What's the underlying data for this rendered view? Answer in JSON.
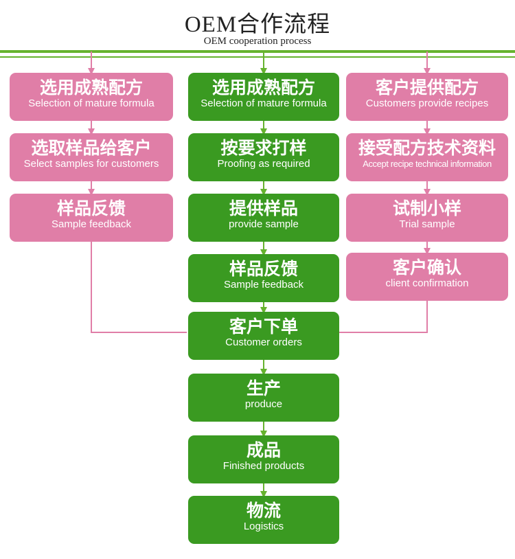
{
  "header": {
    "title": "OEM合作流程",
    "subtitle": "OEM cooperation process"
  },
  "colors": {
    "pink": "#e07ea7",
    "green": "#3a9a21",
    "rule": "#66b32e"
  },
  "left_column": [
    {
      "cn": "选用成熟配方",
      "en": "Selection of mature formula"
    },
    {
      "cn": "选取样品给客户",
      "en": "Select samples for customers"
    },
    {
      "cn": "样品反馈",
      "en": "Sample feedback"
    }
  ],
  "center_column": [
    {
      "cn": "选用成熟配方",
      "en": "Selection of mature formula"
    },
    {
      "cn": "按要求打样",
      "en": "Proofing as required"
    },
    {
      "cn": "提供样品",
      "en": "provide sample"
    },
    {
      "cn": "样品反馈",
      "en": "Sample feedback"
    },
    {
      "cn": "客户下单",
      "en": "Customer orders"
    },
    {
      "cn": "生产",
      "en": "produce"
    },
    {
      "cn": "成品",
      "en": "Finished products"
    },
    {
      "cn": "物流",
      "en": "Logistics"
    }
  ],
  "right_column": [
    {
      "cn": "客户提供配方",
      "en": "Customers provide recipes"
    },
    {
      "cn": "接受配方技术资料",
      "en": "Accept recipe technical information"
    },
    {
      "cn": "试制小样",
      "en": "Trial sample"
    },
    {
      "cn": "客户确认",
      "en": "client confirmation"
    }
  ]
}
